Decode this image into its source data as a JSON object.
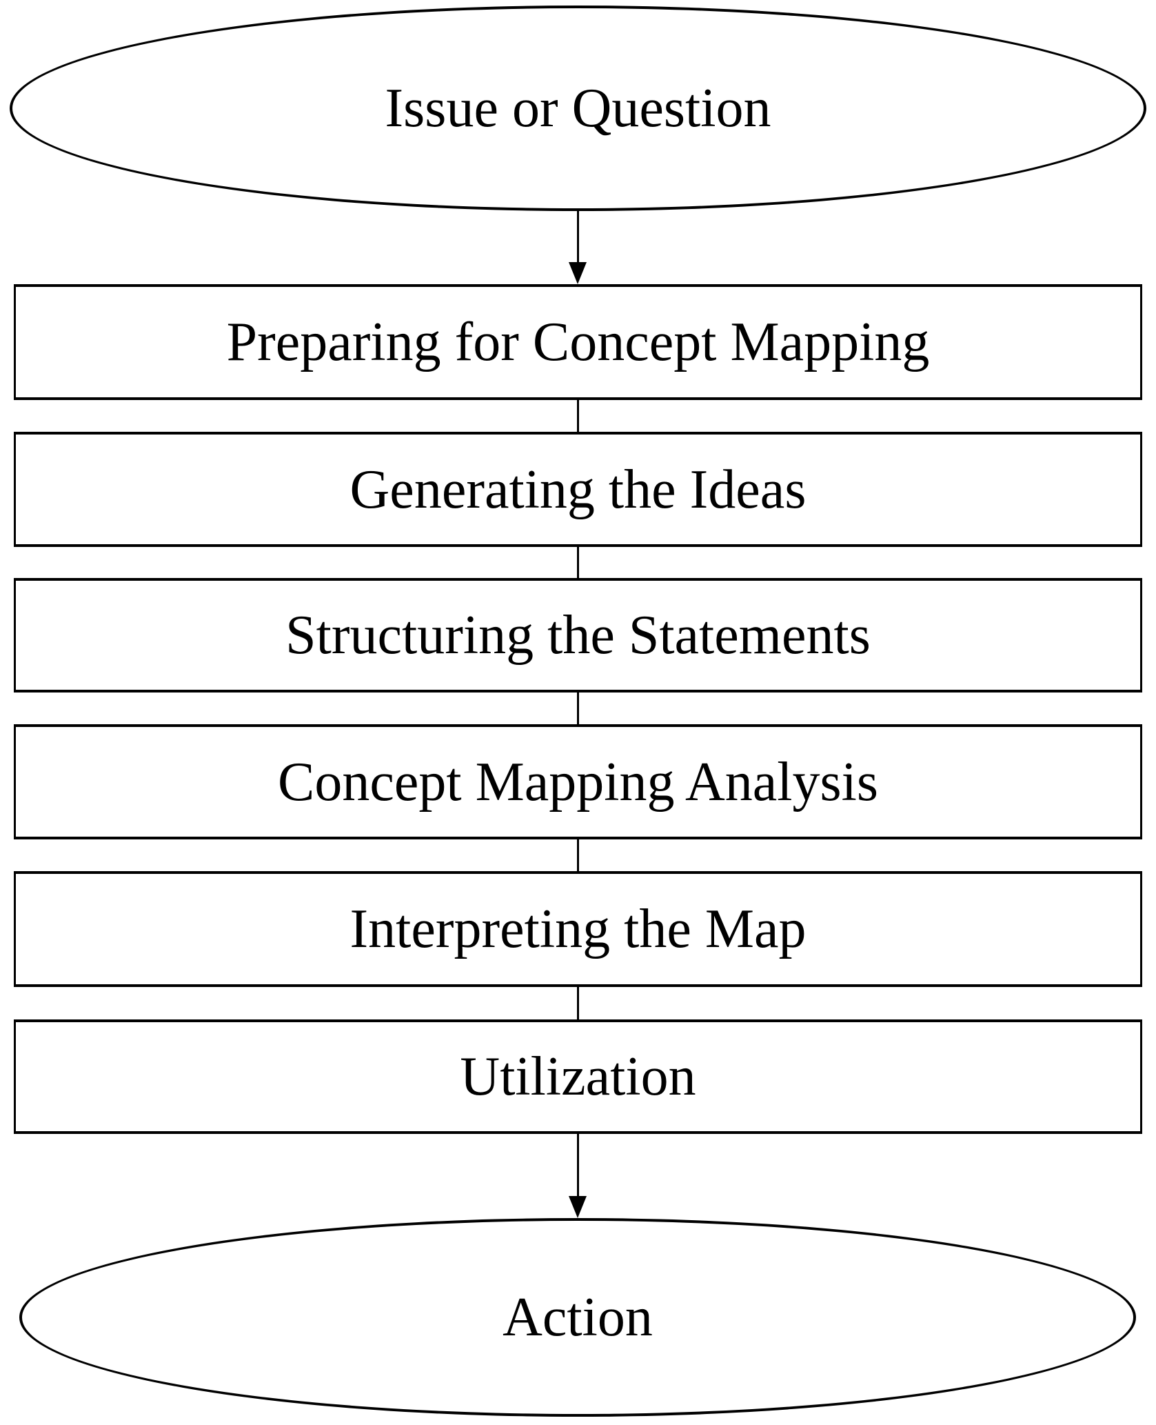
{
  "diagram": {
    "type": "flowchart",
    "background_color": "#ffffff",
    "stroke_color": "#000000",
    "fill_color": "#ffffff",
    "start_node": {
      "shape": "ellipse",
      "label": "Issue or Question"
    },
    "process_steps": [
      {
        "label": "Preparing for Concept Mapping"
      },
      {
        "label": "Generating the Ideas"
      },
      {
        "label": "Structuring the Statements"
      },
      {
        "label": "Concept Mapping Analysis"
      },
      {
        "label": "Interpreting the Map"
      },
      {
        "label": "Utilization"
      }
    ],
    "end_node": {
      "shape": "ellipse",
      "label": "Action"
    },
    "connectors": [
      {
        "from": "Issue or Question",
        "to": "Preparing for Concept Mapping",
        "style": "arrow-down"
      },
      {
        "from": "Preparing for Concept Mapping",
        "to": "Generating the Ideas",
        "style": "line"
      },
      {
        "from": "Generating the Ideas",
        "to": "Structuring the Statements",
        "style": "line"
      },
      {
        "from": "Structuring the Statements",
        "to": "Concept Mapping Analysis",
        "style": "line"
      },
      {
        "from": "Concept Mapping Analysis",
        "to": "Interpreting the Map",
        "style": "line"
      },
      {
        "from": "Interpreting the Map",
        "to": "Utilization",
        "style": "line"
      },
      {
        "from": "Utilization",
        "to": "Action",
        "style": "arrow-down"
      }
    ]
  }
}
